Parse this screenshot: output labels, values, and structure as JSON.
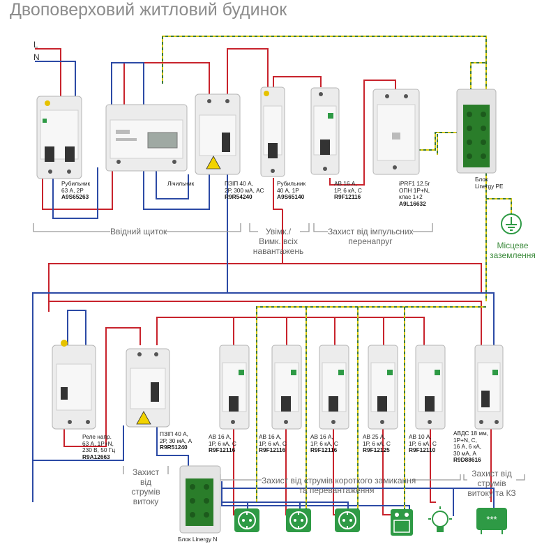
{
  "title": "Двоповерховий житловий будинок",
  "lines": {
    "l": "L",
    "n": "N"
  },
  "colors": {
    "line_l": "#c8232c",
    "line_n": "#2c4aa5",
    "line_pe": "#d8c800",
    "line_pe_dash": "#3a7a3a",
    "bracket": "#9a9a9a",
    "accent_green": "#2e9a45",
    "device_body": "#ececec",
    "warning_yellow": "#f2d300"
  },
  "top_devices": [
    {
      "lines": [
        "Рубильник",
        "63 А, 2Р"
      ],
      "code": "A9S65263"
    },
    {
      "lines": [
        "Лічильник"
      ],
      "code": ""
    },
    {
      "lines": [
        "ПЗІП 40 А,",
        "2Р, 300 мА, АС"
      ],
      "code": "R9R54240"
    },
    {
      "lines": [
        "Рубильник",
        "40 А, 1Р"
      ],
      "code": "A9S65140"
    },
    {
      "lines": [
        "АВ 16 А,",
        "1Р, 6 кА, С"
      ],
      "code": "R9F12116"
    },
    {
      "lines": [
        "iPRF1 12.5r",
        "ОПН 1Р+N,",
        "клас 1+2"
      ],
      "code": "A9L16632"
    },
    {
      "lines": [
        "Блок",
        "Linergy PE"
      ],
      "code": ""
    }
  ],
  "groups_top": {
    "intro": "Ввідний щиток",
    "switch": [
      "Увімк./",
      "Вимк. всіх",
      "навантажень"
    ],
    "surge": [
      "Захист від імпульсних",
      "перенапруг"
    ]
  },
  "earth_label": [
    "Місцеве",
    "заземлення"
  ],
  "bottom_devices": [
    {
      "lines": [
        "Реле напр.",
        "63 А, 1Р+N,",
        "230 В, 50 Гц"
      ],
      "code": "R9A12663"
    },
    {
      "lines": [
        "ПЗІП 40 А,",
        "2Р, 30 мА, А"
      ],
      "code": "R9R51240"
    },
    {
      "lines": [
        "АВ 16 А,",
        "1Р, 6 кА, С"
      ],
      "code": "R9F12116"
    },
    {
      "lines": [
        "АВ 16 А,",
        "1Р, 6 кА, С"
      ],
      "code": "R9F12116"
    },
    {
      "lines": [
        "АВ 16 А,",
        "1Р, 6 кА, С"
      ],
      "code": "R9F12116"
    },
    {
      "lines": [
        "АВ 25 А,",
        "1Р, 6 кА, С"
      ],
      "code": "R9F12125"
    },
    {
      "lines": [
        "АВ 10 А,",
        "1Р, 6 кА, С"
      ],
      "code": "R9F12110"
    },
    {
      "lines": [
        "АВДС 18 мм,",
        "1Р+N, С,",
        "16 А, 6 кА,",
        "30 мА, А"
      ],
      "code": "R9D88616"
    }
  ],
  "groups_bottom": {
    "leak": [
      "Захист",
      "від",
      "струмів",
      "витоку"
    ],
    "short": [
      "Захист від струмів короткого замикання",
      "та перевантаження"
    ],
    "leak_short": [
      "Захист від",
      "струмів",
      "витоку та КЗ"
    ]
  },
  "n_block": "Блок Linergy N",
  "loads": [
    "socket-icon",
    "socket-icon",
    "socket-icon",
    "stove-icon",
    "lamp-icon",
    "heater-icon"
  ]
}
